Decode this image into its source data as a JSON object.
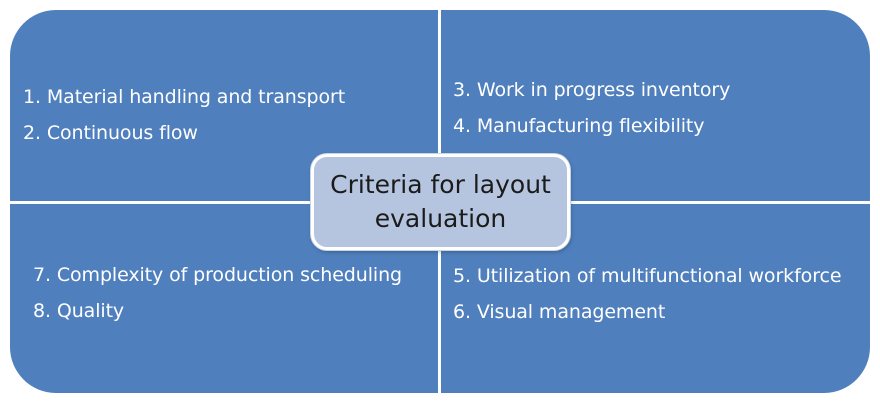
{
  "center": {
    "title": "Criteria for layout evaluation"
  },
  "quadrants": {
    "top_left": {
      "items": [
        "1. Material handling and transport",
        "2. Continuous flow"
      ]
    },
    "top_right": {
      "items": [
        "3. Work in progress inventory",
        "4. Manufacturing flexibility"
      ]
    },
    "bottom_left": {
      "items": [
        "7. Complexity of production scheduling",
        "8. Quality"
      ]
    },
    "bottom_right": {
      "items": [
        "5. Utilization of multifunctional workforce",
        "6. Visual management"
      ]
    }
  },
  "colors": {
    "quadrant_fill": "#4f7fbd",
    "center_fill": "#b6c5df",
    "item_text": "#ffffff",
    "center_text": "#1b1b1b"
  }
}
